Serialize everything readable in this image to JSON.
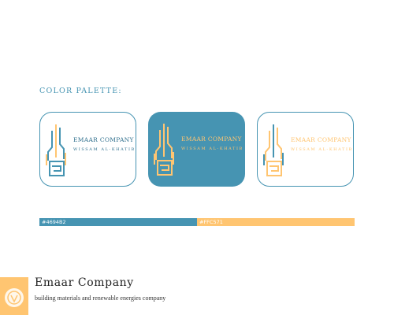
{
  "palette_title": "COLOR PALETTE:",
  "cards": [
    {
      "name": "EMAAR COMPANY",
      "sub": "WISSAM AL-KHATIB",
      "background": "#ffffff",
      "name_color": "#2f6f8d",
      "mark_primary": "#4694B2",
      "mark_secondary": "#FFC571"
    },
    {
      "name": "EMAAR COMPANY",
      "sub": "WISSAM AL-KHATIB",
      "background": "#4694B2",
      "name_color": "#FFC571",
      "mark_primary": "#FFC571",
      "mark_secondary": "#FFC571"
    },
    {
      "name": "EMAAR COMPANY",
      "sub": "WISSAM AL-KHATIB",
      "background": "#ffffff",
      "name_color": "#FFC571",
      "mark_primary": "#FFC571",
      "mark_secondary": "#4694B2"
    }
  ],
  "swatches": [
    {
      "label": "#4694B2",
      "color": "#4694B2"
    },
    {
      "label": "#FFC571",
      "color": "#FFC571"
    }
  ],
  "footer": {
    "title": "Emaar Company",
    "subtitle": "building materials and renewable energies company"
  }
}
